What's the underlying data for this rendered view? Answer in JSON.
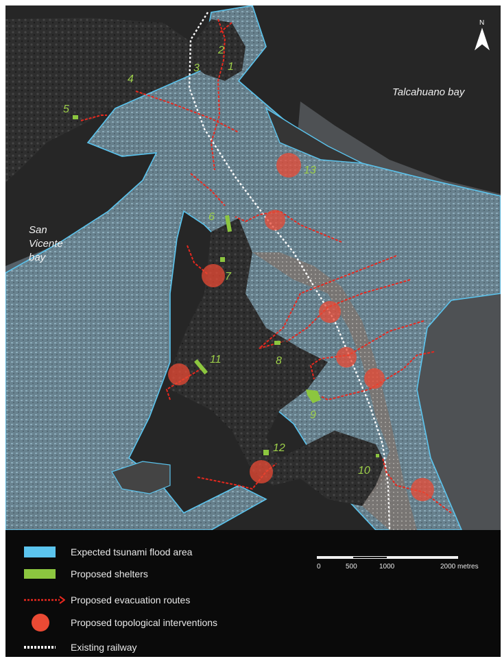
{
  "colors": {
    "flood": "#5bc4ee",
    "shelter": "#8cc63f",
    "route": "#e8281e",
    "intervention": "#ea4a34",
    "railway": "#ffffff"
  },
  "map": {
    "place_labels": {
      "talcahuano_bay": "Talcahuano bay",
      "san_vicente_line1": "San",
      "san_vicente_line2": "Vicente",
      "san_vicente_line3": "bay"
    },
    "north_arrow_label": "N",
    "site_numbers": [
      "1",
      "2",
      "3",
      "4",
      "5",
      "6",
      "7",
      "8",
      "9",
      "10",
      "11",
      "12",
      "13"
    ]
  },
  "legend": {
    "items": [
      {
        "key": "flood",
        "label": "Expected tsunami flood area"
      },
      {
        "key": "shelter",
        "label": "Proposed shelters"
      },
      {
        "key": "route",
        "label": "Proposed evacuation routes"
      },
      {
        "key": "intervention",
        "label": "Proposed topological interventions"
      },
      {
        "key": "railway",
        "label": "Existing railway"
      }
    ]
  },
  "scale_bar": {
    "ticks": [
      "0",
      "500",
      "1000",
      "2000 metres"
    ]
  }
}
